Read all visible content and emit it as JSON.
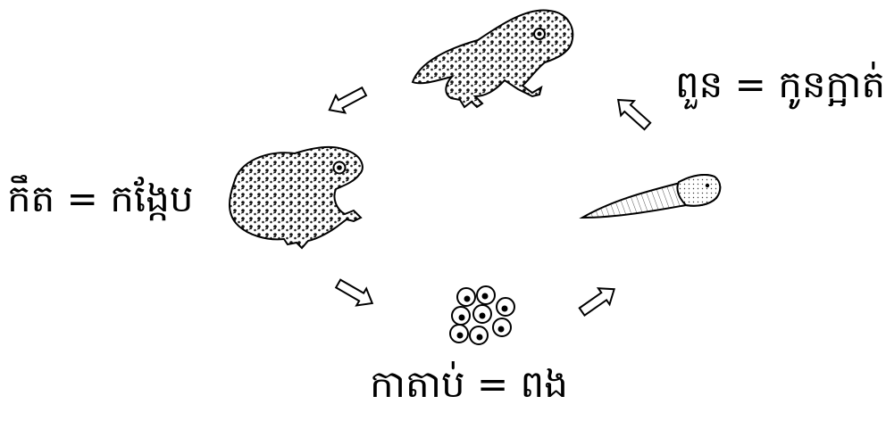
{
  "labels": {
    "adult_frog": "កឹត = កង្កែប",
    "froglet": "ពួន = កូនក្អាត់",
    "eggs": "កាតាប់ = ពង"
  }
}
